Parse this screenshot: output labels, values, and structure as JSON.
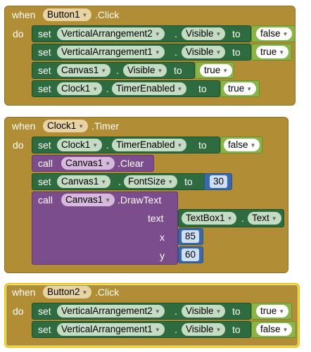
{
  "kw": {
    "when": "when",
    "do": "do",
    "set": "set",
    "call": "call",
    "to": "to",
    "dot": "."
  },
  "event1": {
    "component": "Button1",
    "event": ".Click",
    "rows": [
      {
        "component": "VerticalArrangement2",
        "property": "Visible",
        "value": "false"
      },
      {
        "component": "VerticalArrangement1",
        "property": "Visible",
        "value": "true"
      },
      {
        "component": "Canvas1",
        "property": "Visible",
        "value": "true"
      },
      {
        "component": "Clock1",
        "property": "TimerEnabled",
        "value": "true"
      }
    ]
  },
  "event2": {
    "component": "Clock1",
    "event": ".Timer",
    "set1": {
      "component": "Clock1",
      "property": "TimerEnabled",
      "value": "false"
    },
    "call1": {
      "component": "Canvas1",
      "method": ".Clear"
    },
    "set2": {
      "component": "Canvas1",
      "property": "FontSize",
      "value": "30"
    },
    "call2": {
      "component": "Canvas1",
      "method": ".DrawText",
      "text_label": "text",
      "text_component": "TextBox1",
      "text_property": "Text",
      "x_label": "x",
      "x_value": "85",
      "y_label": "y",
      "y_value": "60"
    }
  },
  "event3": {
    "component": "Button2",
    "event": ".Click",
    "rows": [
      {
        "component": "VerticalArrangement2",
        "property": "Visible",
        "value": "true"
      },
      {
        "component": "VerticalArrangement1",
        "property": "Visible",
        "value": "false"
      }
    ]
  },
  "colors": {
    "event": "#b18e35",
    "setter": "#2e6b3e",
    "call": "#7c4d8c",
    "logic": "#8ab446",
    "math": "#3a68a8",
    "selected": "#f2c200"
  }
}
